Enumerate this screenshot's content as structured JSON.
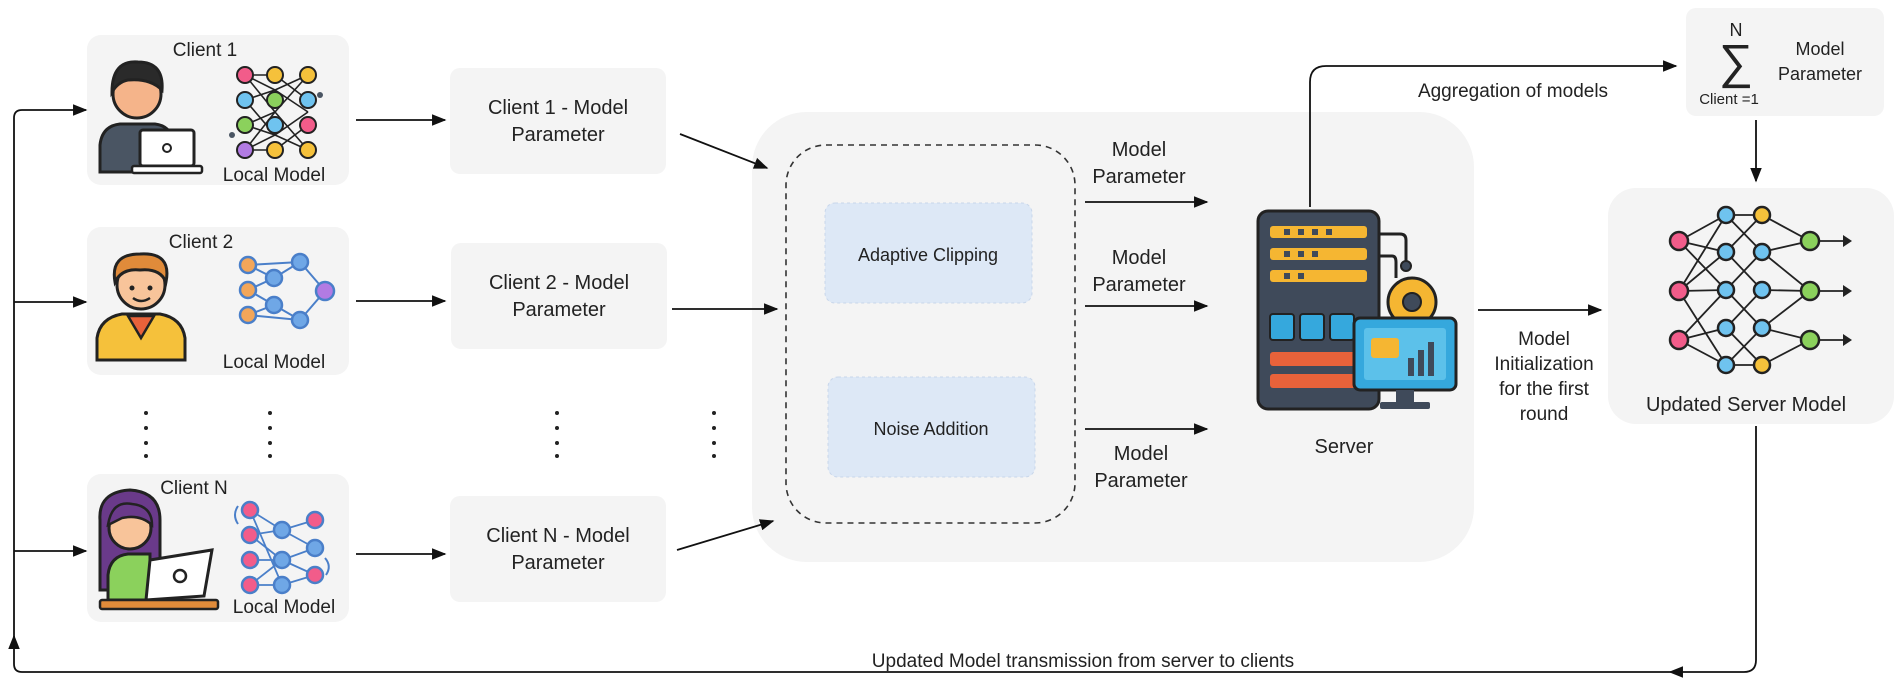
{
  "clients": [
    {
      "name": "Client 1",
      "model_label": "Local Model",
      "param_label": [
        "Client 1 - Model",
        "Parameter"
      ]
    },
    {
      "name": "Client 2",
      "model_label": "Local Model",
      "param_label": [
        "Client 2 - Model",
        "Parameter"
      ]
    },
    {
      "name": "Client N",
      "model_label": "Local Model",
      "param_label": [
        "Client N - Model",
        "Parameter"
      ]
    }
  ],
  "privacy": {
    "adaptive_clipping": "Adaptive Clipping",
    "noise_addition": "Noise Addition"
  },
  "server_inputs": [
    [
      "Model",
      "Parameter"
    ],
    [
      "Model",
      "Parameter"
    ],
    [
      "Model",
      "Parameter"
    ]
  ],
  "server": {
    "label": "Server"
  },
  "aggregation": {
    "edge_label": "Aggregation of models",
    "sum_upper": "N",
    "sum_symbol": "∑",
    "sum_lower": "Client =1",
    "term": [
      "Model",
      "Parameter"
    ]
  },
  "init_label": [
    "Model",
    "Initialization",
    "for the first",
    "round"
  ],
  "updated_server_model": "Updated Server Model",
  "feedback_label": "Updated Model transmission from server to clients",
  "colors": {
    "panel": "#f4f4f4",
    "inner_box": "#dde8f6",
    "arrow": "#111111",
    "server_dark": "#3f4a5a",
    "server_gold": "#f5b632",
    "server_blue": "#35a8dd",
    "server_red": "#e8623a",
    "node_colors": [
      "#f25c8a",
      "#f5c13b",
      "#6fc3ef",
      "#8bd15c",
      "#b27be3",
      "#4a7fc9",
      "#f2734f"
    ]
  }
}
